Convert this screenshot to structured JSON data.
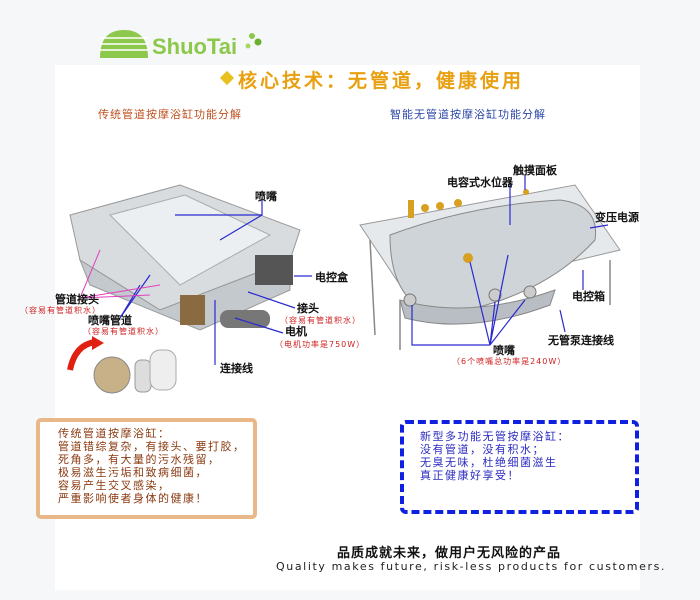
{
  "logo": {
    "text": "ShuoTai"
  },
  "title": "核心技术：无管道，健康使用",
  "left": {
    "heading": "传统管道按摩浴缸功能分解",
    "labels": {
      "nozzle": "喷嘴",
      "control_box": "电控盒",
      "pipe_joint": "管道接头",
      "pipe_joint_note": "（容易有管道积水）",
      "joint": "接头",
      "joint_note": "（容易有管道积水）",
      "nozzle_pipe": "喷嘴管道",
      "nozzle_pipe_note": "（容易有管道积水）",
      "motor": "电机",
      "motor_note": "（电机功率是750W）",
      "wire": "连接线"
    }
  },
  "right": {
    "heading": "智能无管道按摩浴缸功能分解",
    "labels": {
      "touch_panel": "触摸面板",
      "level_sensor": "电容式水位器",
      "transformer": "变压电源",
      "control_box": "电控箱",
      "pump_wire": "无管泵连接线",
      "nozzle": "喷嘴",
      "nozzle_note": "（6个喷嘴总功率是240W）"
    }
  },
  "traditional_box": {
    "lines": [
      "传统管道按摩浴缸：",
      "管道错综复杂，有接头、要打胶，",
      "死角多，有大量的污水残留，",
      "极易滋生污垢和致病细菌，",
      "容易产生交叉感染，",
      "严重影响使者身体的健康！"
    ]
  },
  "new_box": {
    "lines": [
      "新型多功能无管按摩浴缸：",
      "没有管道，没有积水；",
      "无臭无味，杜绝细菌滋生",
      "真正健康好享受！"
    ]
  },
  "slogan": {
    "cn": "品质成就未来，做用户无风险的产品",
    "en": "Quality makes future, risk-less products for customers."
  },
  "colors": {
    "logo": "#8cc84b",
    "title": "#e8a010",
    "left_heading": "#c0501e",
    "right_heading": "#2a46a8",
    "blue_box": "#1020e0",
    "orange_box": "#e8b888"
  }
}
